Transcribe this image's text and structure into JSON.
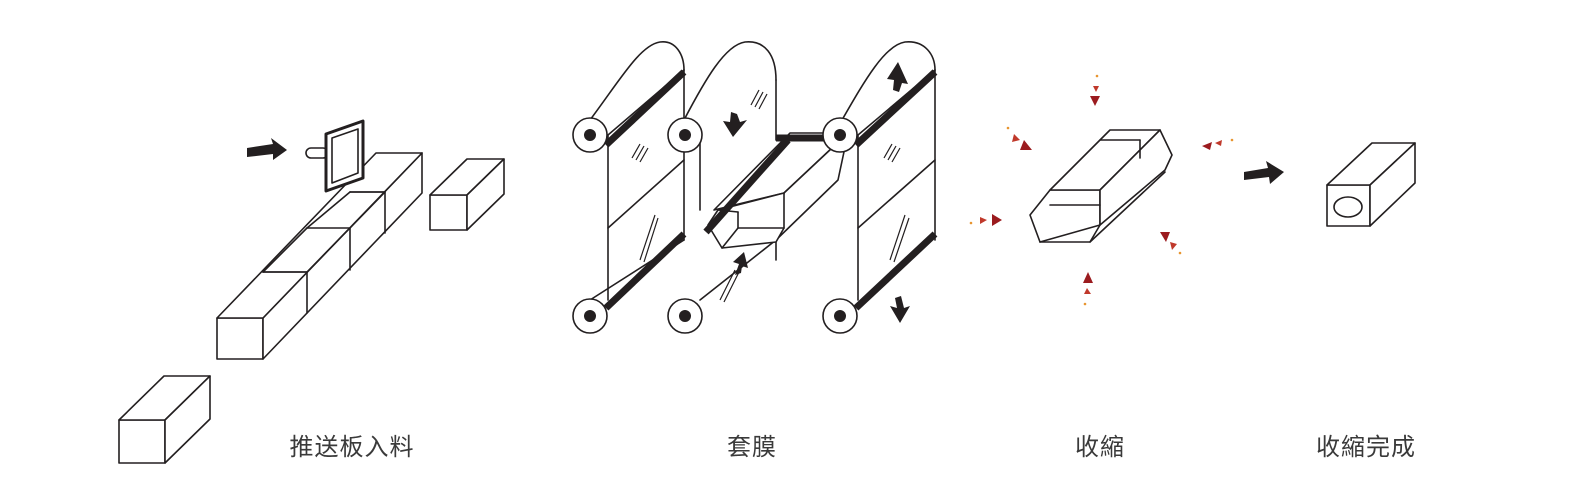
{
  "stages": [
    {
      "label": "推送板入料"
    },
    {
      "label": "套膜"
    },
    {
      "label": "收縮"
    },
    {
      "label": "收縮完成"
    }
  ],
  "colors": {
    "line": "#231f20",
    "label": "#3a3a3a",
    "heat_dark": "#9b1b1f",
    "heat_mid": "#c0392b",
    "heat_light": "#e8952f"
  }
}
